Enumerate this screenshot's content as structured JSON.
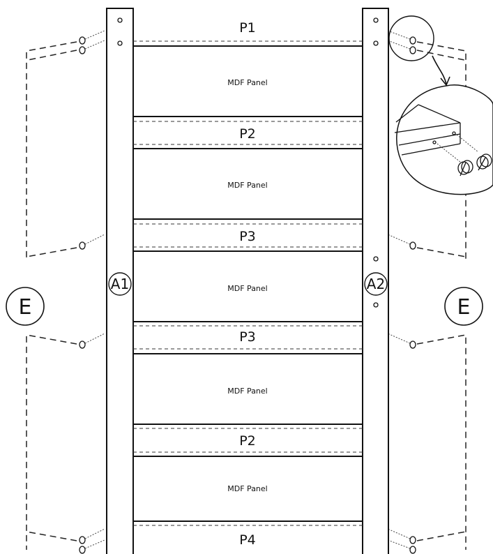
{
  "diagram": {
    "rails": [
      {
        "id": "P1",
        "label": "P1"
      },
      {
        "id": "P2-top",
        "label": "P2"
      },
      {
        "id": "P3-top",
        "label": "P3"
      },
      {
        "id": "P3-bottom",
        "label": "P3"
      },
      {
        "id": "P2-bottom",
        "label": "P2"
      },
      {
        "id": "P4",
        "label": "P4"
      }
    ],
    "panels": [
      {
        "id": "panel-1",
        "label": "MDF Panel"
      },
      {
        "id": "panel-2",
        "label": "MDF Panel"
      },
      {
        "id": "panel-3",
        "label": "MDF Panel"
      },
      {
        "id": "panel-4",
        "label": "MDF Panel"
      },
      {
        "id": "panel-5",
        "label": "MDF Panel"
      }
    ],
    "left_post": {
      "label": "A1"
    },
    "right_post": {
      "label": "A2"
    },
    "left_side": {
      "label": "E"
    },
    "right_side": {
      "label": "E"
    }
  }
}
